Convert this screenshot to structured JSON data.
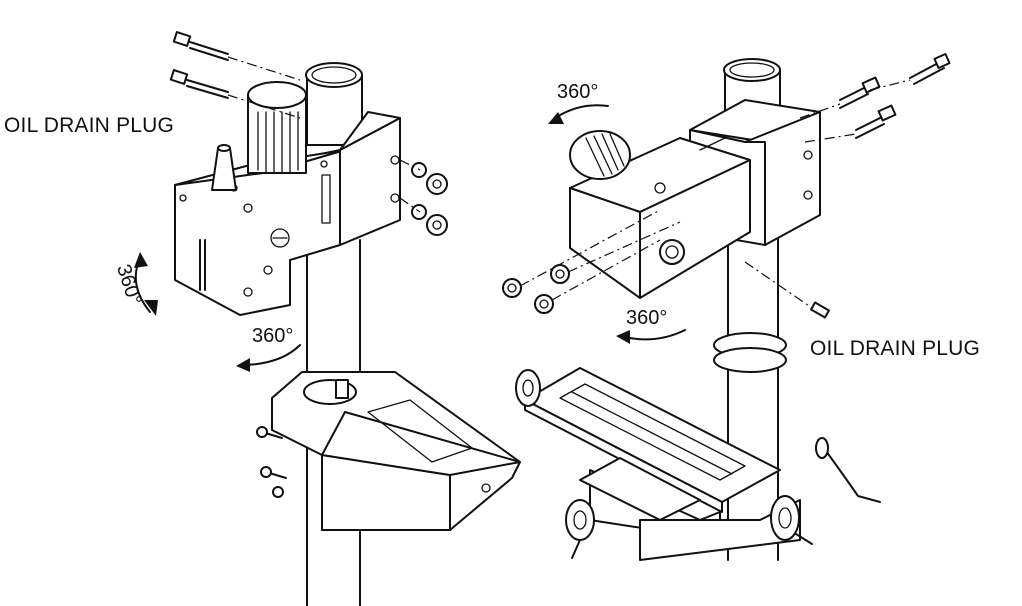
{
  "labels": {
    "oil_drain_plug_left": "OIL DRAIN PLUG",
    "oil_drain_plug_right": "OIL DRAIN PLUG",
    "rotation_left_head": "360°",
    "rotation_left_column": "360°",
    "rotation_right_motor": "360°",
    "rotation_right_column": "360°"
  },
  "colors": {
    "line": "#111111",
    "background": "#ffffff"
  }
}
